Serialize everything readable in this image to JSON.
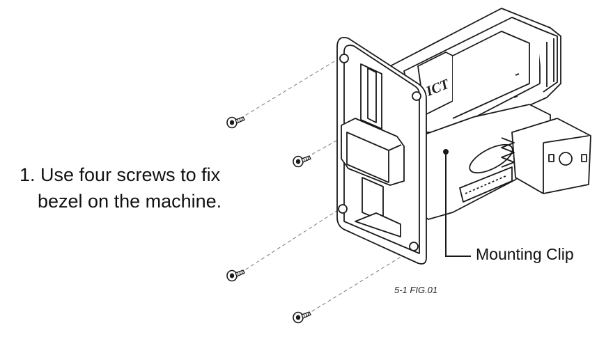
{
  "instruction": {
    "line1": "1. Use four screws to fix",
    "line2": "bezel on the machine."
  },
  "callout": {
    "label": "Mounting Clip"
  },
  "figure": {
    "caption": "5-1 FIG.01",
    "brand_mark": "ICT"
  },
  "colors": {
    "line": "#1a1a1a",
    "fill": "#ffffff",
    "leader": "#888888"
  }
}
